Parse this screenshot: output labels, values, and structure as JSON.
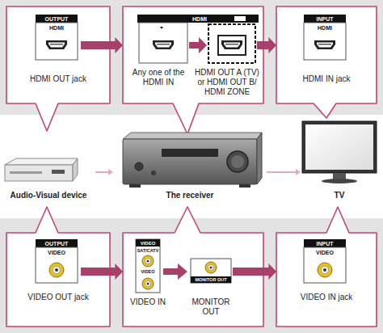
{
  "diagram": {
    "nodes": [
      {
        "text": [
          "HDMI OUT jack"
        ]
      },
      {
        "text": [
          "Any one of the HDMI IN",
          "HDMI OUT A (TV) or HDMI OUT B/ HDMI ZONE"
        ]
      },
      {
        "text": [
          "HDMI IN jack"
        ]
      },
      {
        "text": [
          "Audio-Visual device"
        ]
      },
      {
        "text": [
          "The receiver"
        ]
      },
      {
        "text": [
          "TV"
        ]
      },
      {
        "text": [
          "VIDEO OUT jack"
        ]
      },
      {
        "text": [
          "VIDEO IN",
          "MONITOR OUT"
        ]
      },
      {
        "text": [
          "VIDEO IN jack"
        ]
      }
    ],
    "edges": [
      {
        "from": 0,
        "to": 1,
        "arrow": "to"
      },
      {
        "from": 1,
        "to": 2,
        "arrow": "to"
      },
      {
        "from": 3,
        "to": 4,
        "arrow": "to"
      },
      {
        "from": 4,
        "to": 5,
        "arrow": "to"
      },
      {
        "from": 6,
        "to": 7,
        "arrow": "to"
      },
      {
        "from": 7,
        "to": 8,
        "arrow": "to"
      }
    ],
    "labels": [
      "OUTPUT",
      "HDMI",
      "HDMI",
      "INPUT",
      "HDMI",
      "OUTPUT",
      "VIDEO",
      "VIDEO",
      "SAT/CATV",
      "VIDEO",
      "MONITOR OUT",
      "INPUT",
      "VIDEO"
    ]
  }
}
